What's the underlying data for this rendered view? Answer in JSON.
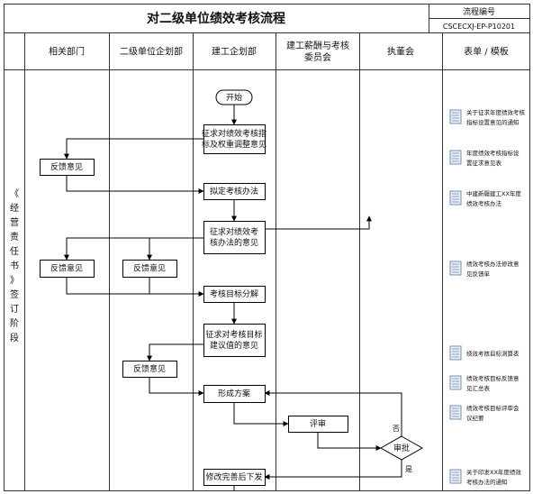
{
  "title": "对二级单位绩效考核流程",
  "process_code": {
    "label": "流程编号",
    "value": "CSCECXJ-EP-P10201"
  },
  "stage_label": [
    "《",
    "经",
    "营",
    "责",
    "任",
    "书",
    "》",
    "签",
    "订",
    "阶",
    "段"
  ],
  "columns": [
    "相关部门",
    "二级单位企划部",
    "建工企划部",
    [
      "建工薪酬与考核",
      "委员会"
    ],
    "执董会",
    "表单 / 模板"
  ],
  "nodes": {
    "start": "开始",
    "n1": [
      "征求对绩效考核指",
      "标及权重调整意见"
    ],
    "n2": "反馈意见",
    "n3": "拟定考核办法",
    "n4": [
      "征求对绩效考",
      "核办法的意见"
    ],
    "n5": "反馈意见",
    "n6": "反馈意见",
    "n7": "考核目标分解",
    "n8": [
      "征求对考核目标",
      "建议值的意见"
    ],
    "n9": "反馈意见",
    "n10": "形成方案",
    "n11": "评审",
    "n12": "审批",
    "n13": "修改完善后下发"
  },
  "branch_labels": {
    "no": "否",
    "yes": "是"
  },
  "forms": [
    [
      "关于征求年度绩效考核",
      "指标设置意见的通知"
    ],
    [
      "年度绩效考核指标设",
      "置征求意见表"
    ],
    [
      "中建新疆建工XX年度",
      "绩效考核办法"
    ],
    [
      "绩效考核办法修改意",
      "见反馈单"
    ],
    [
      "绩效考核目标测算表"
    ],
    [
      "绩效考核目标反馈意",
      "见汇总表"
    ],
    [
      "绩效考核目标评审会",
      "议纪要"
    ],
    [
      "关于印发XX年度绩效",
      "考核办法的通知"
    ]
  ],
  "colors": {
    "line": "#000000",
    "border": "#333333",
    "doc_icon": "#6f8fb8"
  }
}
